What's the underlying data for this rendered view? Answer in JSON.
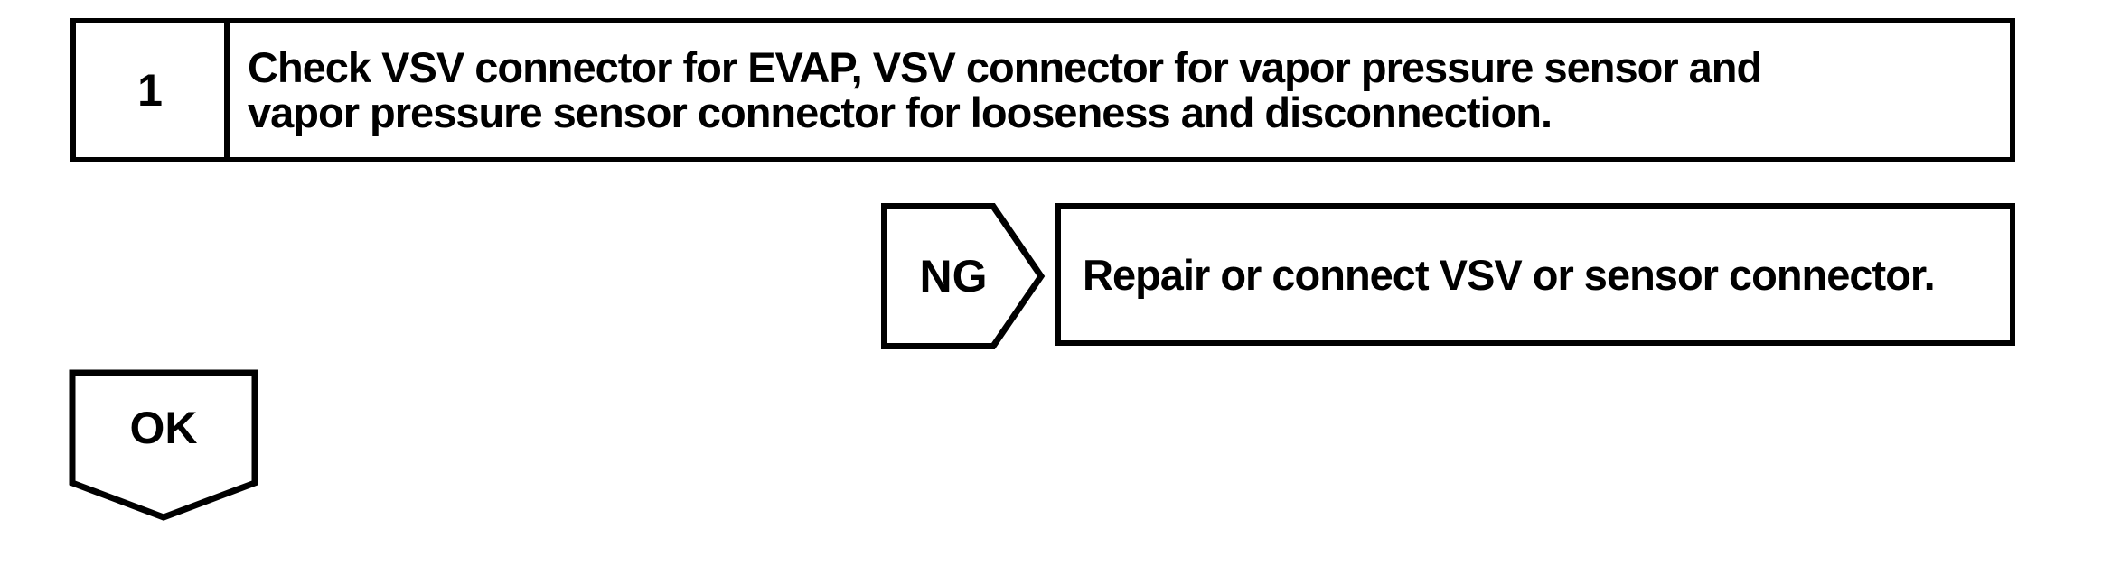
{
  "colors": {
    "ink": "#000000",
    "background": "#ffffff"
  },
  "flowchart": {
    "step": {
      "number": "1",
      "instruction_line1": "Check VSV connector for EVAP, VSV connector for vapor pressure sensor and",
      "instruction_line2": "vapor pressure sensor connector for looseness and disconnection."
    },
    "ng_branch": {
      "label": "NG",
      "action": "Repair or connect VSV or sensor connector."
    },
    "ok_branch": {
      "label": "OK"
    }
  }
}
